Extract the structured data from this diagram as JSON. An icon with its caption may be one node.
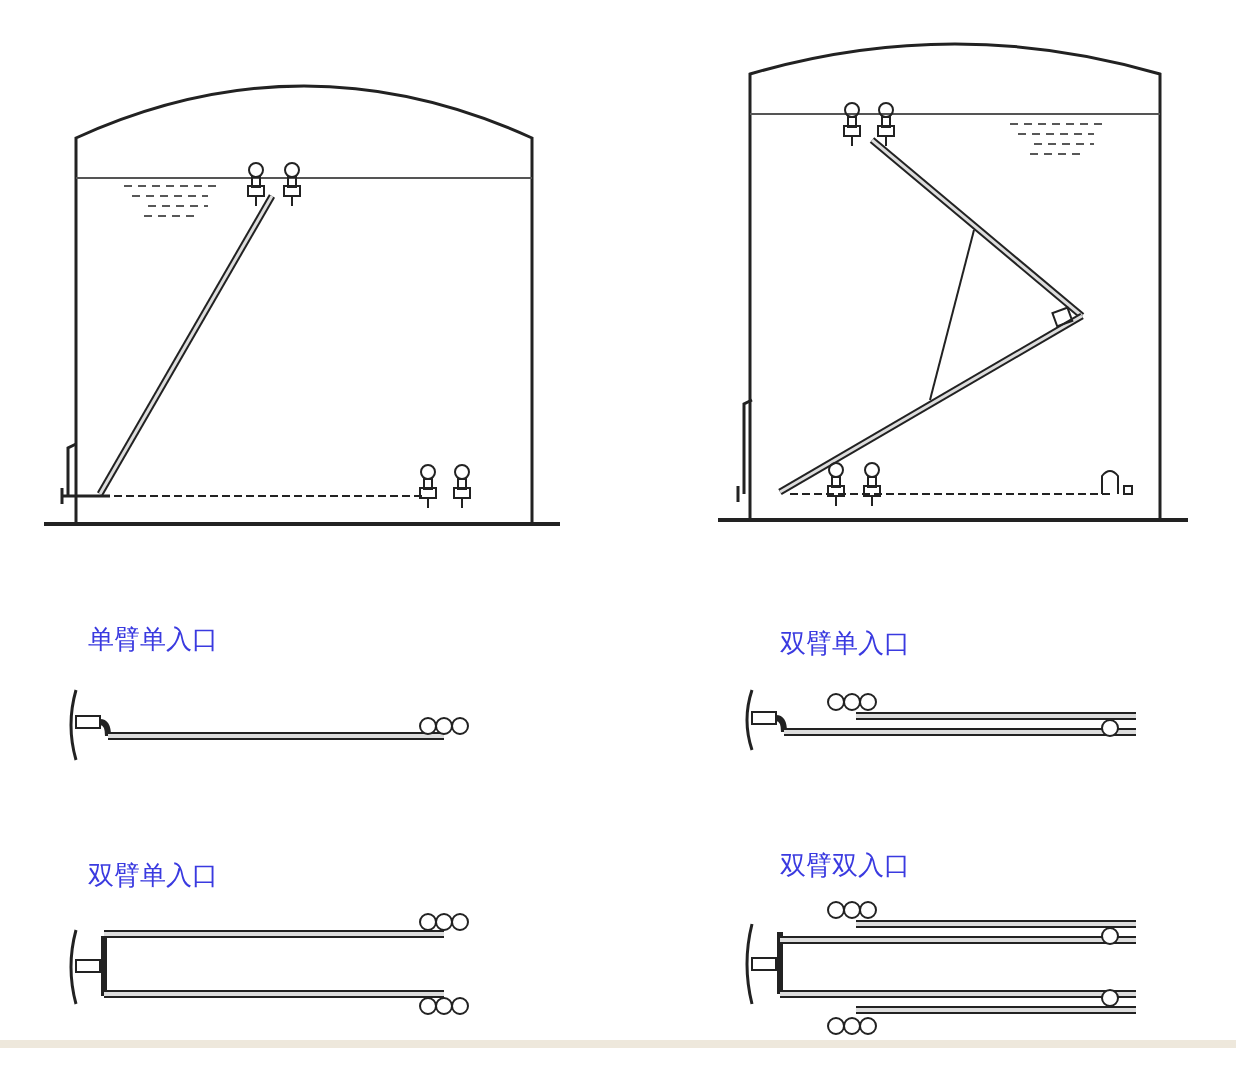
{
  "diagram": {
    "labels": [
      "单臂单入口",
      "双臂单入口",
      "双臂单入口",
      "双臂双入口"
    ]
  }
}
